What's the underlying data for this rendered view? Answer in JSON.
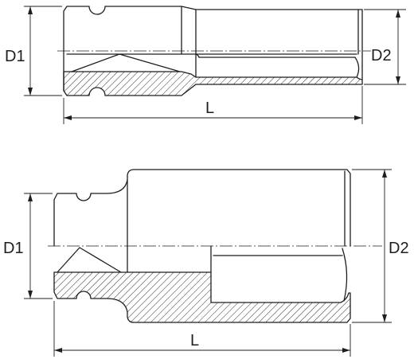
{
  "colors": {
    "line": "#1e1e1e",
    "background": "#ffffff"
  },
  "upper_drawing": {
    "d1_label": "D1",
    "d2_label": "D2",
    "l_label": "L"
  },
  "lower_drawing": {
    "d1_label": "D1",
    "d2_label": "D2",
    "l_label": "L"
  }
}
